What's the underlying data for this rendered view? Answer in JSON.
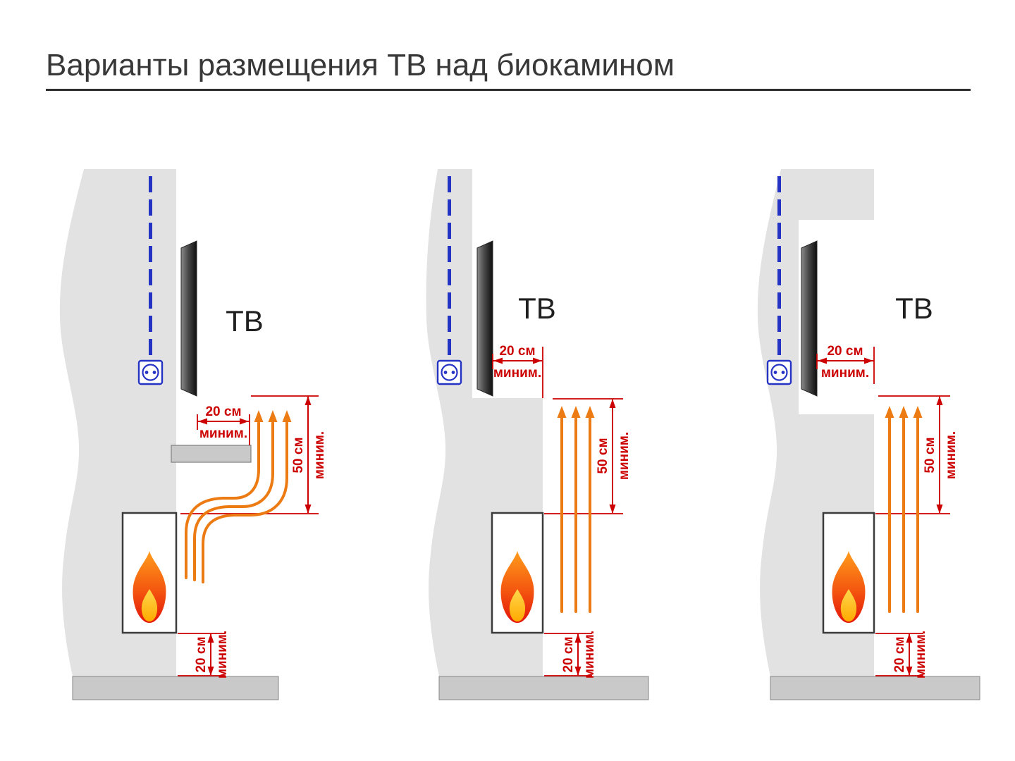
{
  "title": "Варианты размещения ТВ над биокамином",
  "colors": {
    "dimension_red": "#cc0000",
    "airflow_orange": "#ec7b14",
    "cable_blue": "#2433c4",
    "wall_gray": "#e2e2e2",
    "floor_gray": "#c9c9c9",
    "tv_dark": "#0e0e0e"
  },
  "panels": [
    {
      "tv_label": "ТВ",
      "gap_value": "20 см",
      "gap_qual": "миним.",
      "height_value": "50 см",
      "height_qual": "миним.",
      "floor_value": "20 см",
      "floor_qual": "миним."
    },
    {
      "tv_label": "ТВ",
      "gap_value": "20 см",
      "gap_qual": "миним.",
      "height_value": "50 см",
      "height_qual": "миним.",
      "floor_value": "20 см",
      "floor_qual": "миним."
    },
    {
      "tv_label": "ТВ",
      "gap_value": "20 см",
      "gap_qual": "миним.",
      "height_value": "50 см",
      "height_qual": "миним.",
      "floor_value": "20 см",
      "floor_qual": "миним."
    }
  ]
}
